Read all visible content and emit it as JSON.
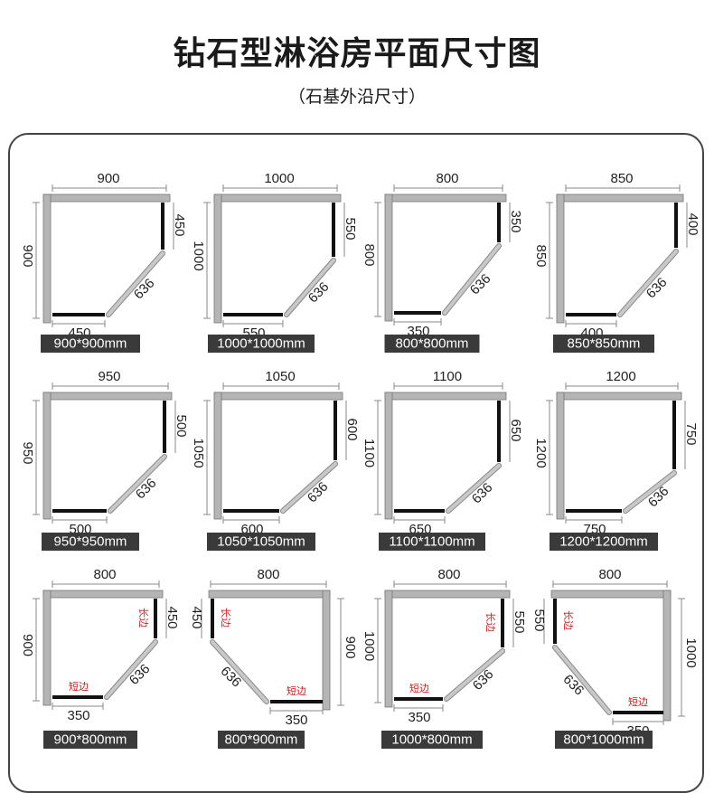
{
  "title": "钻石型淋浴房平面尺寸图",
  "subtitle": "（石基外沿尺寸）",
  "colors": {
    "wall": "#b5b5b5",
    "wall_border": "#777777",
    "fixed_glass": "#111111",
    "door_glass": "#c8c8c8",
    "dim_line": "#888888",
    "label_bg": "#3a3a3a",
    "label_text": "#ffffff",
    "side_note": "#d21a1a"
  },
  "diagrams": [
    {
      "label": "900*900mm",
      "top": "900",
      "side": "900",
      "right": "450",
      "bottom": "450",
      "diag": "636",
      "mirror": false
    },
    {
      "label": "1000*1000mm",
      "top": "1000",
      "side": "1000",
      "right": "550",
      "bottom": "550",
      "diag": "636",
      "mirror": false
    },
    {
      "label": "800*800mm",
      "top": "800",
      "side": "800",
      "right": "350",
      "bottom": "350",
      "diag": "636",
      "mirror": false
    },
    {
      "label": "850*850mm",
      "top": "850",
      "side": "850",
      "right": "400",
      "bottom": "400",
      "diag": "636",
      "mirror": false
    },
    {
      "label": "950*950mm",
      "top": "950",
      "side": "950",
      "right": "500",
      "bottom": "500",
      "diag": "636",
      "mirror": false
    },
    {
      "label": "1050*1050mm",
      "top": "1050",
      "side": "1050",
      "right": "600",
      "bottom": "600",
      "diag": "636",
      "mirror": false
    },
    {
      "label": "1100*1100mm",
      "top": "1100",
      "side": "1100",
      "right": "650",
      "bottom": "650",
      "diag": "636",
      "mirror": false
    },
    {
      "label": "1200*1200mm",
      "top": "1200",
      "side": "1200",
      "right": "750",
      "bottom": "750",
      "diag": "636",
      "mirror": false
    },
    {
      "label": "900*800mm",
      "top": "800",
      "side": "900",
      "right": "450",
      "bottom": "350",
      "diag": "636",
      "mirror": false,
      "long_note": "长边",
      "short_note": "短边"
    },
    {
      "label": "800*900mm",
      "top": "800",
      "side": "900",
      "right": "450",
      "bottom": "350",
      "diag": "636",
      "mirror": true,
      "long_note": "长边",
      "short_note": "短边"
    },
    {
      "label": "1000*800mm",
      "top": "800",
      "side": "1000",
      "right": "550",
      "bottom": "350",
      "diag": "636",
      "mirror": false,
      "long_note": "长边",
      "short_note": "短边"
    },
    {
      "label": "800*1000mm",
      "top": "800",
      "side": "1000",
      "right": "550",
      "bottom": "350",
      "diag": "636",
      "mirror": true,
      "long_note": "长边",
      "short_note": "短边"
    }
  ]
}
